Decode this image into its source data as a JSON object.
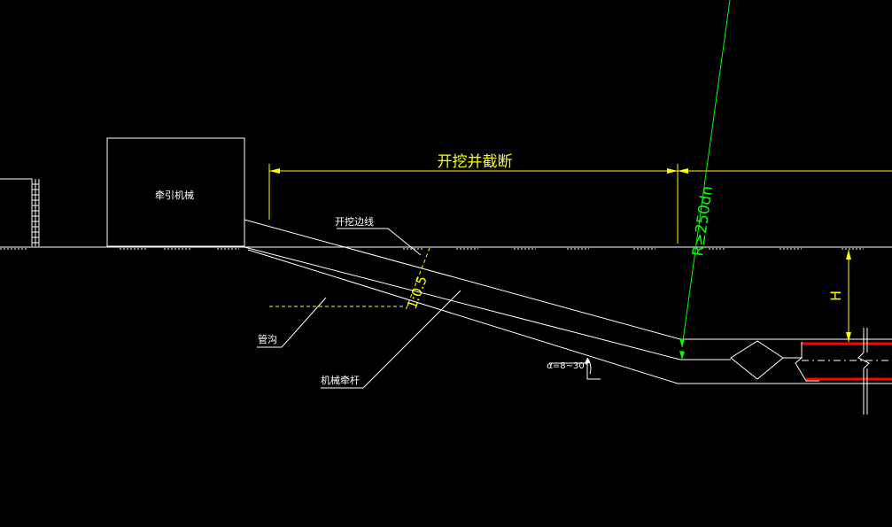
{
  "colors": {
    "background": "#000000",
    "line": "#ffffff",
    "dimension": "#ffff00",
    "radius": "#00ff00",
    "pipe": "#ff0000"
  },
  "labels": {
    "machine": "牵引机械",
    "excavation_span": "开挖并截断",
    "excavation_edge": "开挖边线",
    "slope": "1:0.5",
    "pipe_trench": "管沟",
    "traction_rod": "机械牵杆",
    "angle": "α=8~30°",
    "radius": "R≥250dn",
    "depth": "H"
  }
}
